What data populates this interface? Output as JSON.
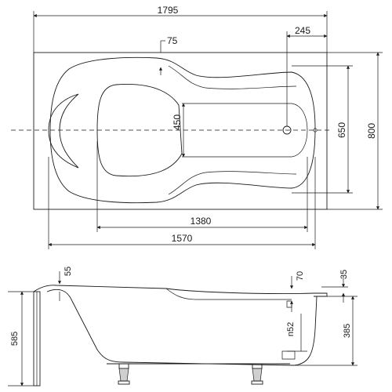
{
  "dimensions": {
    "overall_length": "1795",
    "drain_offset": "245",
    "rim_width": "75",
    "inner_width": "450",
    "inner_depth_span": "650",
    "overall_width": "800",
    "inner_length": "1380",
    "mid_length": "1570",
    "rim_profile": "55",
    "overflow_height": "70",
    "rim_height": "35",
    "drain_dia": "n52",
    "basin_depth": "385",
    "total_height": "585"
  },
  "colors": {
    "line": "#1a1a1a",
    "background": "#ffffff",
    "leg_fill": "#cfcfcf"
  }
}
